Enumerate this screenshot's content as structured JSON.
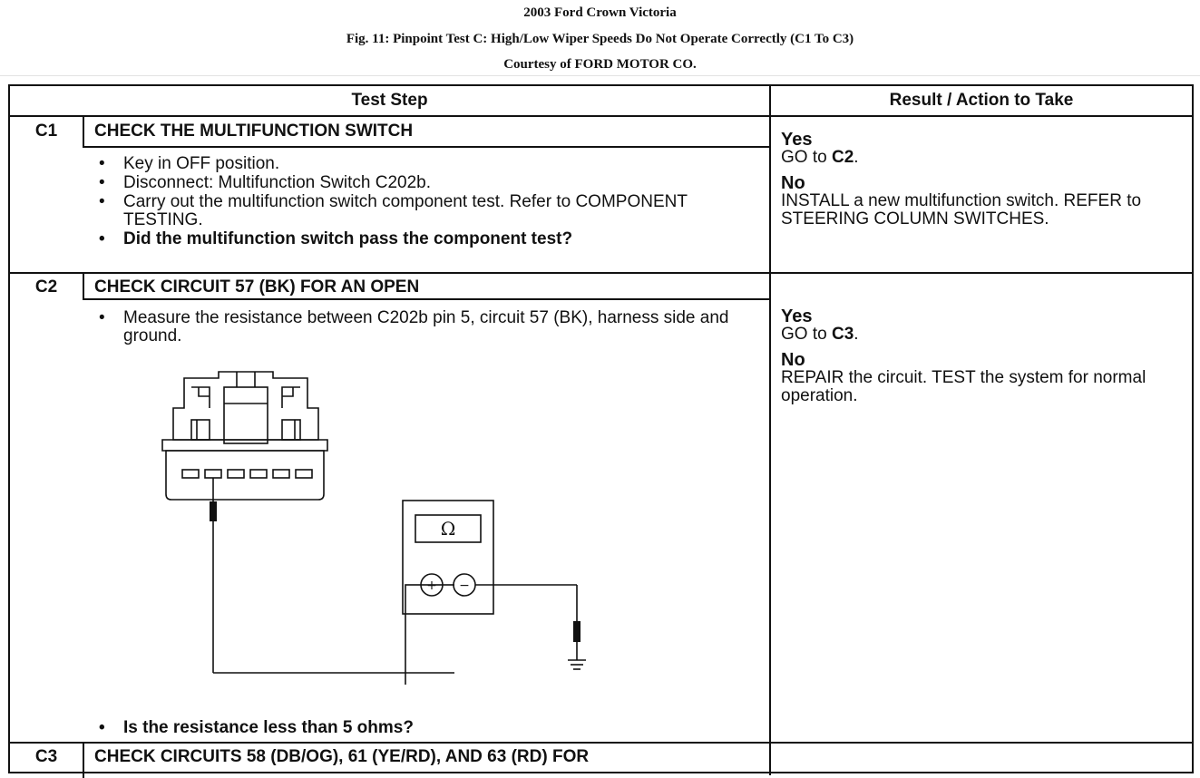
{
  "header": {
    "line1": "2003 Ford Crown Victoria",
    "line2": "Fig. 11: Pinpoint Test C: High/Low Wiper Speeds Do Not Operate Correctly (C1 To C3)",
    "line3": "Courtesy of FORD MOTOR CO."
  },
  "table": {
    "col_test_step": "Test Step",
    "col_result": "Result / Action to Take",
    "rows": [
      {
        "id": "C1",
        "title": "CHECK THE MULTIFUNCTION SWITCH",
        "steps": [
          "Key in OFF position.",
          "Disconnect:  Multifunction Switch C202b.",
          "Carry out the multifunction switch component test. Refer to COMPONENT TESTING.",
          "Did the multifunction switch pass the component test?"
        ],
        "yes_label": "Yes",
        "yes_prefix": "GO to ",
        "yes_target": "C2",
        "yes_suffix": ".",
        "no_label": "No",
        "no_text": "INSTALL a new multifunction switch. REFER to STEERING COLUMN SWITCHES."
      },
      {
        "id": "C2",
        "title": "CHECK CIRCUIT 57 (BK) FOR AN OPEN",
        "steps": [
          "Measure the resistance between C202b pin 5, circuit 57 (BK), harness side and ground.",
          "Is the resistance less than 5 ohms?"
        ],
        "yes_label": "Yes",
        "yes_prefix": "GO to ",
        "yes_target": "C3",
        "yes_suffix": ".",
        "no_label": "No",
        "no_text": "REPAIR the circuit. TEST the system for normal operation.",
        "diagram_symbol": "Ω",
        "diagram_plus": "+",
        "diagram_minus": "−"
      },
      {
        "id": "C3",
        "title": "CHECK CIRCUITS 58 (DB/OG), 61 (YE/RD), AND 63 (RD) FOR"
      }
    ]
  }
}
